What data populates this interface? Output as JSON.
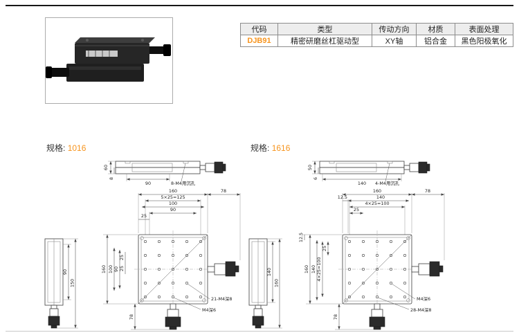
{
  "accent": "#f7941d",
  "table": {
    "headers": [
      "代码",
      "类型",
      "传动方向",
      "材质",
      "表面处理"
    ],
    "row": {
      "code": "DJB91",
      "type": "精密研磨丝杠驱动型",
      "direction": "XY轴",
      "material": "铝合金",
      "finish": "黑色阳极氧化"
    }
  },
  "sections": [
    {
      "label": "规格:",
      "size": "1016",
      "front": {
        "height": "60",
        "base": "8",
        "width": "90",
        "note": "8-M4用沉孔"
      },
      "side": {
        "inner": "90",
        "outer": "150"
      },
      "plan": {
        "top_width": "160",
        "top_knob": "78",
        "pitch": "5×25=125",
        "d100": "100",
        "d90": "90",
        "d25": "25",
        "left_160": "160",
        "left_100": "100",
        "left_90": "90",
        "left_25a": "25",
        "left_25b": "25",
        "bottom_knob": "78",
        "note1": "21-M4深8",
        "note2": "M4深6"
      }
    },
    {
      "label": "规格:",
      "size": "1616",
      "front": {
        "height": "50",
        "base": "6",
        "width": "140",
        "note": "4-M4用沉孔"
      },
      "side": {
        "inner": "140",
        "outer": "160"
      },
      "plan": {
        "top_offset": "12.5",
        "top_width": "160",
        "top_knob": "78",
        "d140": "140",
        "pitch": "4×25=100",
        "d25": "25",
        "left_offset": "12.5",
        "left_160": "160",
        "left_140": "140",
        "left_pitch": "4×25=100",
        "left_25": "25",
        "bottom_knob": "78",
        "note1": "M4深6",
        "note2": "28-M4深8"
      }
    }
  ]
}
